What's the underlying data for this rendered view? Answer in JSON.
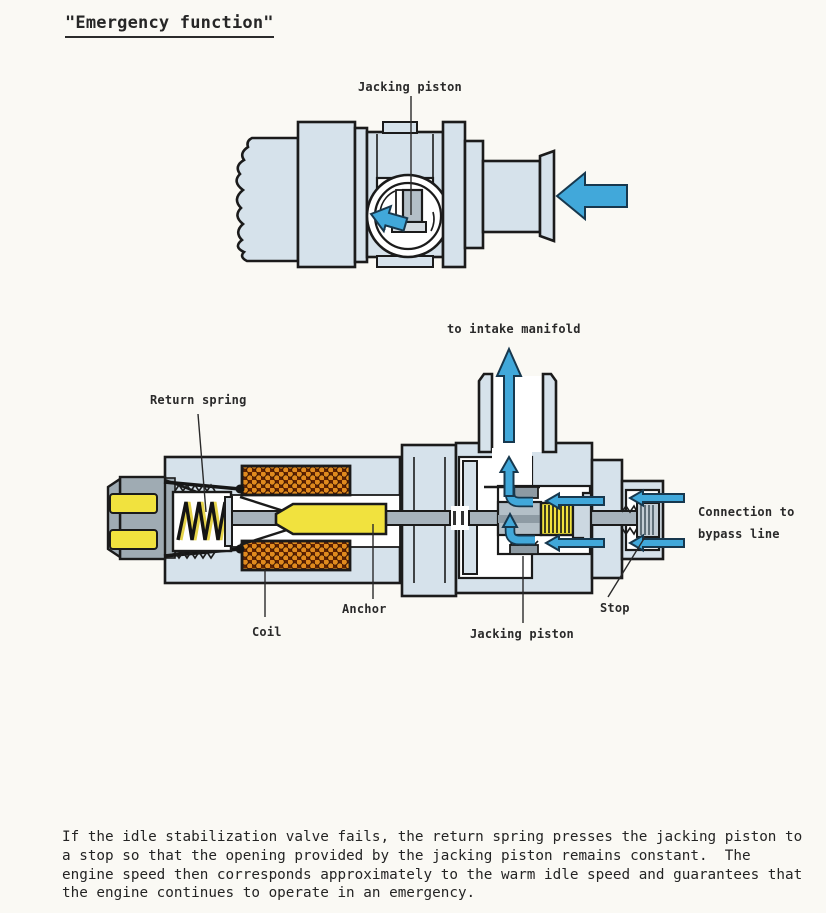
{
  "page": {
    "title": "\"Emergency function\"",
    "paragraph_lines": [
      "If the idle stabilization valve fails, the return spring presses the jacking piston to",
      "a stop so that the opening provided by the jacking piston remains constant.  The",
      "engine speed then corresponds approximately to the warm idle speed and guarantees that",
      "the engine continues to operate in an emergency."
    ]
  },
  "diagram_top": {
    "label_jacking_piston": "Jacking piston"
  },
  "diagram_bottom": {
    "label_to_intake_manifold": "to intake manifold",
    "label_return_spring": "Return spring",
    "label_coil": "Coil",
    "label_anchor": "Anchor",
    "label_jacking_piston": "Jacking piston",
    "label_stop": "Stop",
    "label_connection_line1": "Connection to",
    "label_connection_line2": "bypass line"
  },
  "colors": {
    "paper": "#faf9f4",
    "valve_body_blue": "#d6e2eb",
    "outline_black": "#1b1b1b",
    "flow_arrow_blue": "#41a8da",
    "coil_dot_orange": "#e08a1e",
    "coil_background_brown": "#5f2202",
    "anchor_yellow": "#f1e23e",
    "connector_grey": "#9fabb3",
    "shaft_grey": "#a7b3bc"
  }
}
